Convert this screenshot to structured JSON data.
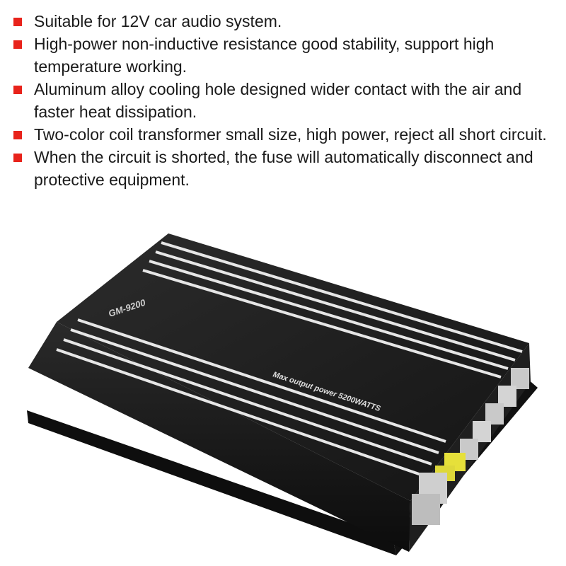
{
  "features": [
    {
      "text": "Suitable for 12V car audio system."
    },
    {
      "text": "High-power non-inductive resistance good stability, support high temperature working."
    },
    {
      "text": "Aluminum alloy cooling hole designed wider contact with the air and faster heat dissipation."
    },
    {
      "text": "Two-color coil transformer small size, high power, reject all short circuit."
    },
    {
      "text": "When the circuit is shorted, the fuse will automatically disconnect and protective equipment."
    }
  ],
  "product": {
    "model_label": "GM-9200",
    "power_label": "Max output power 5200WATTS",
    "colors": {
      "bullet": "#e8231b",
      "body": "#1b1b1b",
      "stripe": "#e6e6e6",
      "fuse": "#e6e03a"
    }
  }
}
